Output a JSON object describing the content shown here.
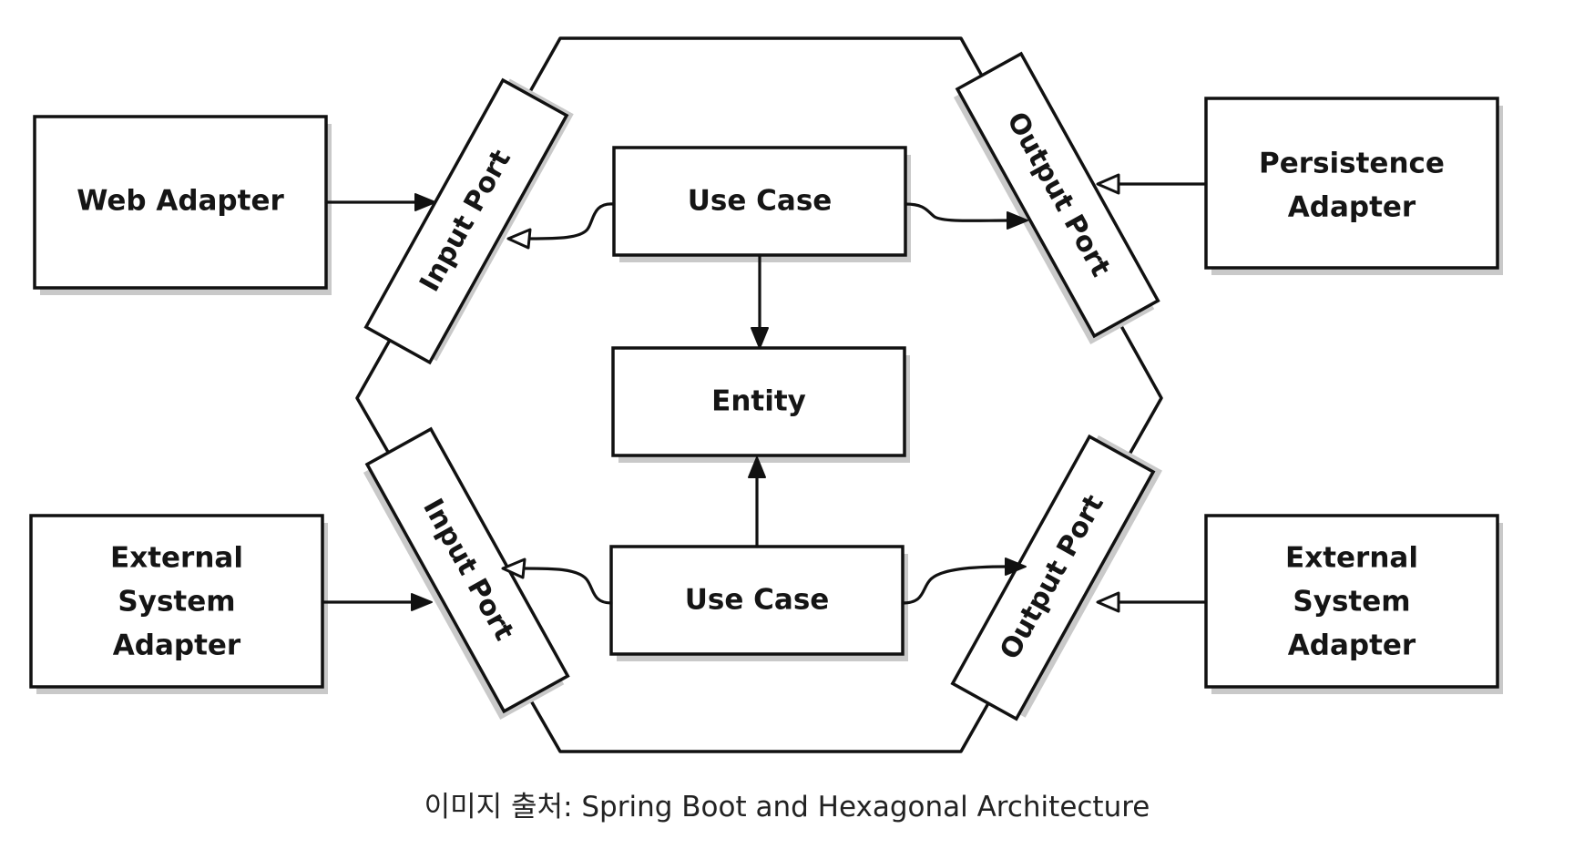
{
  "diagram": {
    "web_adapter": "Web Adapter",
    "external_left": [
      "External",
      "System",
      "Adapter"
    ],
    "persistence": [
      "Persistence",
      "Adapter"
    ],
    "external_right": [
      "External",
      "System",
      "Adapter"
    ],
    "input_port_top": "Input Port",
    "input_port_bottom": "Input Port",
    "output_port_top": "Output Port",
    "output_port_bottom": "Output Port",
    "use_case_top": "Use Case",
    "use_case_bottom": "Use Case",
    "entity": "Entity"
  },
  "caption": "이미지 출처: Spring Boot and Hexagonal Architecture"
}
